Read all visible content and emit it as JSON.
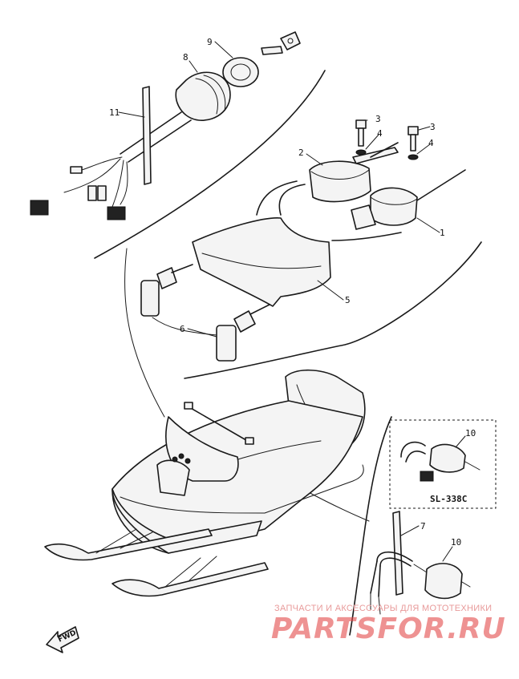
{
  "callouts": {
    "c1": "1",
    "c2": "2",
    "c3a": "3",
    "c3b": "3",
    "c4a": "4",
    "c4b": "4",
    "c5": "5",
    "c6": "6",
    "c7": "7",
    "c8": "8",
    "c9": "9",
    "c10a": "10",
    "c10b": "10",
    "c11": "11"
  },
  "model_label": "SL-338C",
  "forward_arrow": "FWD",
  "watermark": {
    "tagline": "ЗАПЧАСТИ И АКСЕССУАРЫ ДЛЯ МОТОТЕХНИКИ",
    "brand": "PARTSFOR.RU",
    "color": "#e24a4a"
  }
}
